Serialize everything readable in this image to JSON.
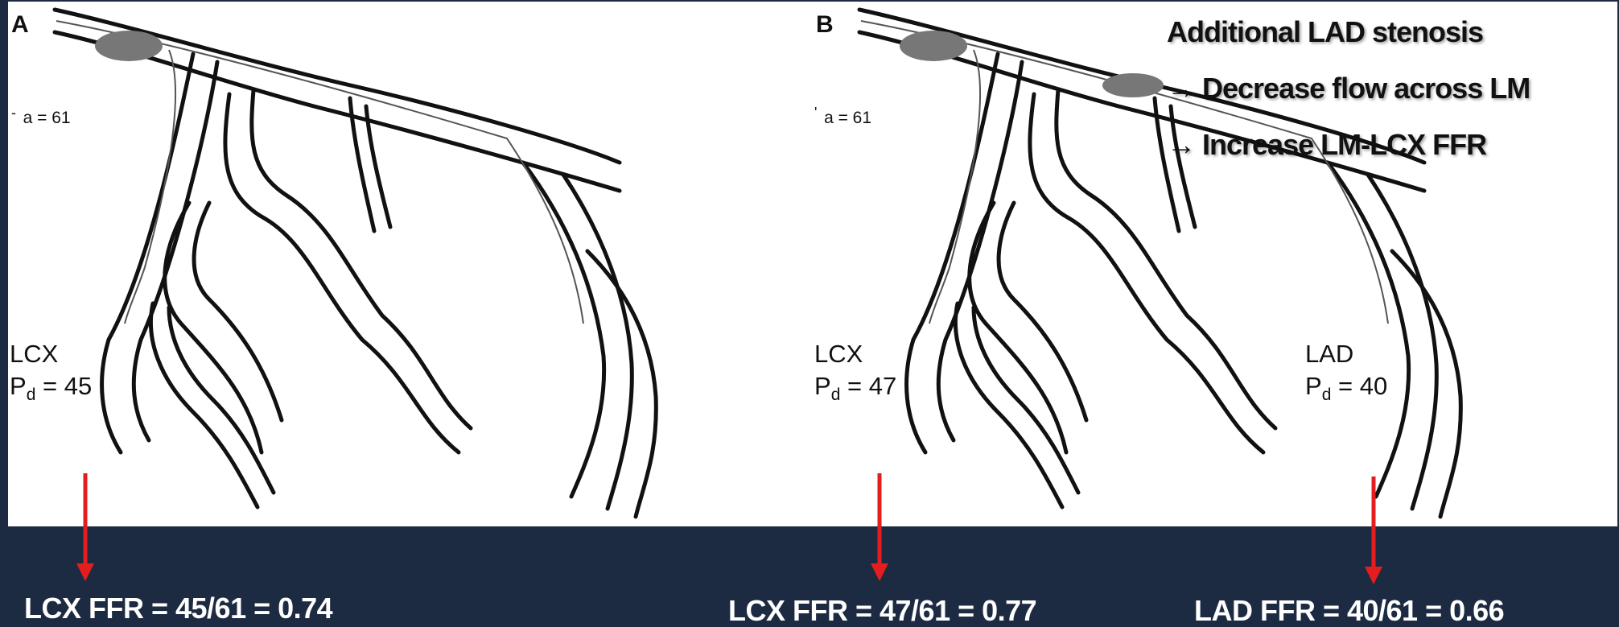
{
  "panel_a": {
    "letter": "A",
    "pa_label": "a = 61",
    "lcx_name": "LCX",
    "pd_p": "P",
    "pd_sub": "d",
    "pd_value": " = 45"
  },
  "panel_b": {
    "letter": "B",
    "pa_label": "a = 61",
    "lcx_name": "LCX",
    "lcx_pd_p": "P",
    "lcx_pd_sub": "d",
    "lcx_pd_value": " = 47",
    "lad_name": "LAD",
    "lad_pd_p": "P",
    "lad_pd_sub": "d",
    "lad_pd_value": " = 40"
  },
  "callout": {
    "title": "Additional LAD stenosis",
    "point1": "→ Decrease flow across LM",
    "point2": "→ Increase LM-LCX FFR"
  },
  "results": {
    "lcx_a": "LCX FFR = 45/61 = 0.74",
    "lcx_b": "LCX FFR = 47/61 = 0.77",
    "lad_b": "LAD FFR = 40/61 = 0.66"
  },
  "colors": {
    "background": "#1d2b42",
    "arrow": "#e41e1e",
    "stenosis": "#777777"
  }
}
